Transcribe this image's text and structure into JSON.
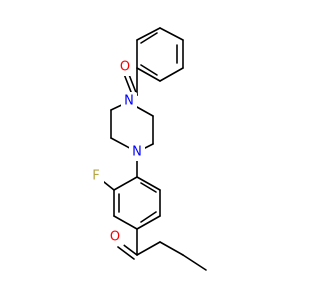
{
  "molecule": {
    "atoms": {
      "benzoyl_oxygen": "O",
      "piperazine_n1": "N",
      "piperazine_n4": "N",
      "fluorine": "F",
      "ketone_oxygen": "O"
    },
    "colors": {
      "bond": "#000000",
      "oxygen": "#ff0000",
      "nitrogen": "#0000ff",
      "fluorine": "#b5a642"
    }
  }
}
